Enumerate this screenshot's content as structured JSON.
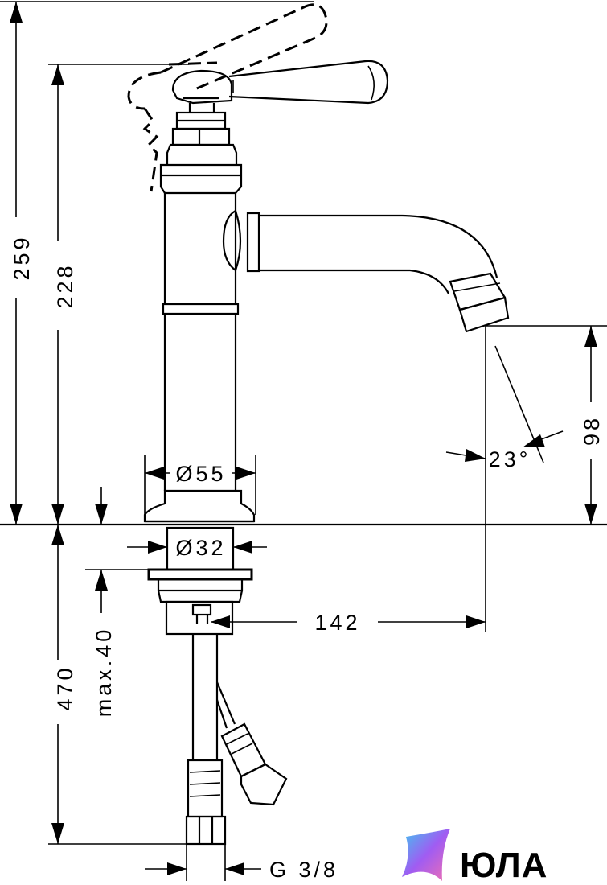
{
  "dimensions": {
    "total_height": "259",
    "spout_top_height": "228",
    "body_diameter": "Ø55",
    "shank_diameter": "Ø32",
    "spout_reach": "142",
    "spout_outlet_height": "98",
    "spout_angle": "23°",
    "below_counter_length": "470",
    "max_counter_thickness": "max.40",
    "connection_thread": "G 3/8"
  },
  "brand": {
    "name": "ЮЛА",
    "colors": {
      "gradient_start": "#3ec6f0",
      "gradient_mid": "#a05cf2",
      "gradient_end": "#f36fb0"
    },
    "icon": "star-sparkle-icon"
  }
}
